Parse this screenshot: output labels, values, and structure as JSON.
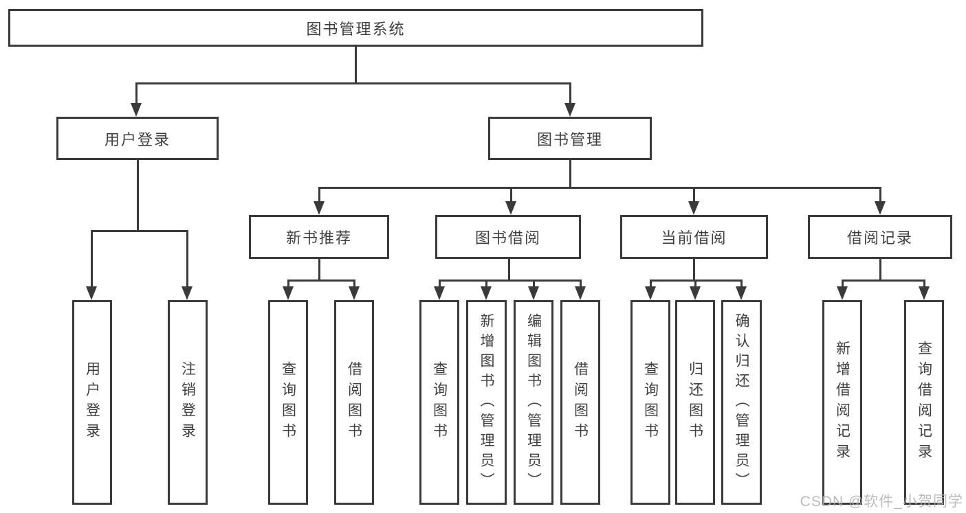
{
  "diagram": {
    "root": "图书管理系统",
    "branches": {
      "user_login": "用户登录",
      "book_mgmt": "图书管理"
    },
    "modules": {
      "new_book_rec": "新书推荐",
      "book_borrow": "图书借阅",
      "current_borrow": "当前借阅",
      "borrow_records": "借阅记录"
    },
    "leaves": {
      "user_login": "用户登录",
      "logout": "注销登录",
      "nbr_query": "查询图书",
      "nbr_borrow": "借阅图书",
      "bb_query": "查询图书",
      "bb_add": "新增图书（管理员）",
      "bb_edit": "编辑图书（管理员）",
      "bb_borrow": "借阅图书",
      "cb_query": "查询图书",
      "cb_return": "归还图书",
      "cb_confirm": "确认归还（管理员）",
      "br_add": "新增借阅记录",
      "br_query": "查询借阅记录"
    }
  },
  "watermark": "CSDN @软件_小贺同学",
  "colors": {
    "line": "#3a3a3a",
    "text": "#3f3f3f",
    "watermark": "#afafaf",
    "background": "#ffffff"
  }
}
